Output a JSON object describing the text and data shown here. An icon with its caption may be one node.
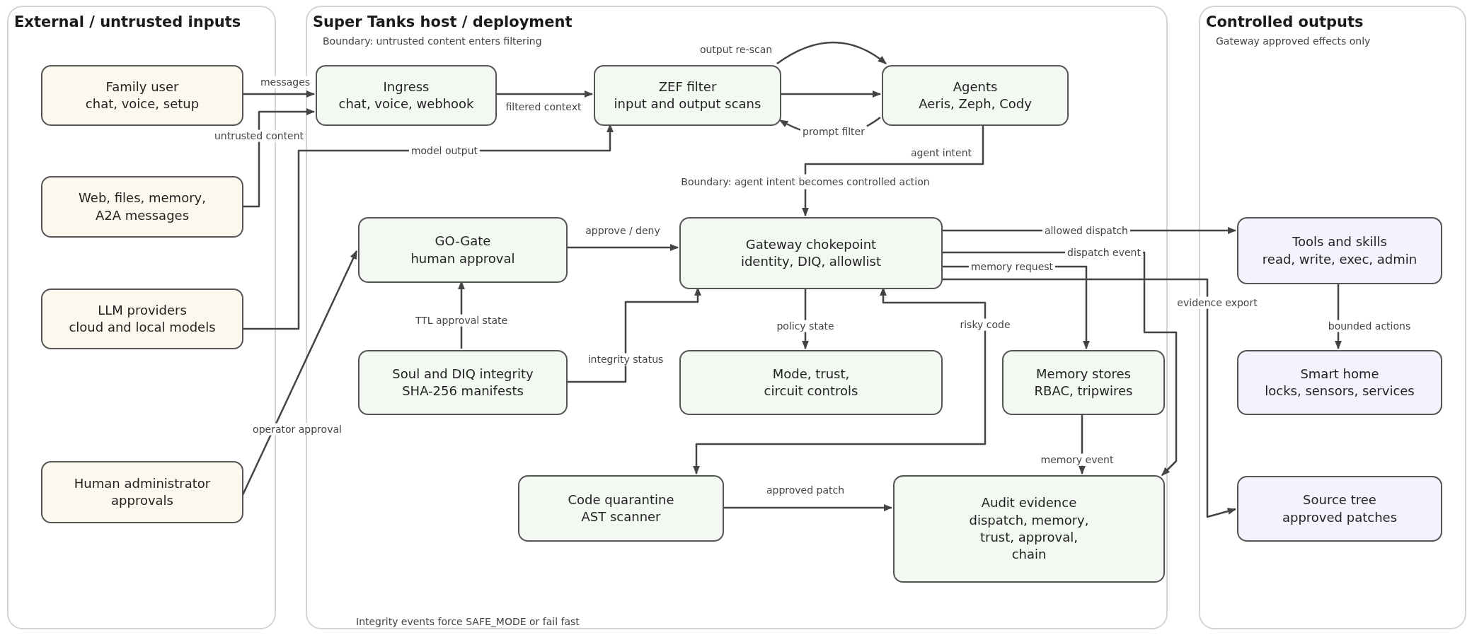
{
  "diagram": {
    "nodes": [
      {
        "text": [
          "External / untrusted inputs"
        ]
      },
      {
        "text": [
          "Super Tanks host / deployment",
          "Boundary: untrusted content enters filtering"
        ]
      },
      {
        "text": [
          "Controlled outputs",
          "Gateway approved effects only"
        ]
      },
      {
        "text": [
          "Family user",
          "chat, voice, setup"
        ],
        "in": 0
      },
      {
        "text": [
          "Web, files, memory, A2A messages"
        ],
        "in": 0
      },
      {
        "text": [
          "LLM providers",
          "cloud and local models"
        ],
        "in": 0
      },
      {
        "text": [
          "Human administrator",
          "approvals"
        ],
        "in": 0
      },
      {
        "text": [
          "Ingress",
          "chat, voice, webhook"
        ],
        "in": 1
      },
      {
        "text": [
          "ZEF filter",
          "input and output scans"
        ],
        "in": 1
      },
      {
        "text": [
          "Agents",
          "Aeris, Zeph, Cody"
        ],
        "in": 1
      },
      {
        "text": [
          "GO-Gate",
          "human approval"
        ],
        "in": 1
      },
      {
        "text": [
          "Gateway chokepoint",
          "identity, DIQ, allowlist"
        ],
        "in": 1
      },
      {
        "text": [
          "Soul and DIQ integrity",
          "SHA-256 manifests"
        ],
        "in": 1
      },
      {
        "text": [
          "Mode, trust, circuit controls"
        ],
        "in": 1
      },
      {
        "text": [
          "Memory stores",
          "RBAC, tripwires"
        ],
        "in": 1
      },
      {
        "text": [
          "Code quarantine",
          "AST scanner"
        ],
        "in": 1
      },
      {
        "text": [
          "Audit evidence",
          "dispatch, memory, trust, approval, chain"
        ],
        "in": 1
      },
      {
        "text": [
          "Tools and skills",
          "read, write, exec, admin"
        ],
        "in": 2
      },
      {
        "text": [
          "Smart home",
          "locks, sensors, services"
        ],
        "in": 2
      },
      {
        "text": [
          "Source tree",
          "approved patches"
        ],
        "in": 2
      }
    ],
    "edges": [
      {
        "from": 3,
        "to": 7,
        "arrow": "to",
        "label": "messages"
      },
      {
        "from": 4,
        "to": 7,
        "arrow": "to",
        "label": "untrusted content"
      },
      {
        "from": 5,
        "to": 8,
        "arrow": "to",
        "label": "model output"
      },
      {
        "from": 7,
        "to": 8,
        "arrow": "to",
        "label": "filtered context"
      },
      {
        "from": 8,
        "to": 9,
        "arrow": "to"
      },
      {
        "from": 8,
        "to": 9,
        "arrow": "to",
        "label": "output re-scan"
      },
      {
        "from": 9,
        "to": 8,
        "arrow": "to",
        "label": "prompt filter"
      },
      {
        "from": 9,
        "to": 11,
        "arrow": "to",
        "label": "agent intent"
      },
      {
        "from": 10,
        "to": 11,
        "arrow": "to",
        "label": "approve / deny"
      },
      {
        "from": 6,
        "to": 10,
        "arrow": "to",
        "label": "operator approval"
      },
      {
        "from": 12,
        "to": 10,
        "arrow": "to",
        "label": "TTL approval state"
      },
      {
        "from": 12,
        "to": 11,
        "arrow": "to",
        "label": "integrity status"
      },
      {
        "from": 11,
        "to": 13,
        "arrow": "to",
        "label": "policy state"
      },
      {
        "from": 15,
        "to": 11,
        "arrow": "both",
        "label": "risky code"
      },
      {
        "from": 11,
        "to": 17,
        "arrow": "to",
        "label": "allowed dispatch"
      },
      {
        "from": 11,
        "to": 16,
        "arrow": "to",
        "label": "dispatch event"
      },
      {
        "from": 11,
        "to": 14,
        "arrow": "to",
        "label": "memory request"
      },
      {
        "from": 11,
        "to": 19,
        "arrow": "to",
        "label": "evidence export"
      },
      {
        "from": 14,
        "to": 16,
        "arrow": "to",
        "label": "memory event"
      },
      {
        "from": 15,
        "to": 16,
        "arrow": "to",
        "label": "approved patch"
      },
      {
        "from": 17,
        "to": 18,
        "arrow": "to",
        "label": "bounded actions"
      }
    ],
    "labels": [
      "Boundary: agent intent becomes controlled action",
      "Integrity events force SAFE_MODE or fail fast"
    ]
  }
}
